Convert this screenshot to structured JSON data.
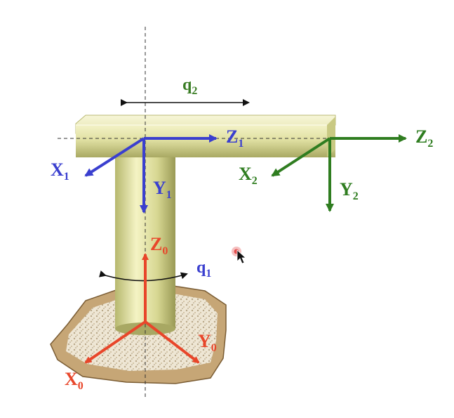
{
  "labels": {
    "q2": {
      "main": "q",
      "sub": "2"
    },
    "q1": {
      "main": "q",
      "sub": "1"
    },
    "z0": {
      "main": "Z",
      "sub": "0"
    },
    "x0": {
      "main": "X",
      "sub": "0"
    },
    "y0": {
      "main": "Y",
      "sub": "0"
    },
    "z1": {
      "main": "Z",
      "sub": "1"
    },
    "x1": {
      "main": "X",
      "sub": "1"
    },
    "y1": {
      "main": "Y",
      "sub": "1"
    },
    "z2": {
      "main": "Z",
      "sub": "2"
    },
    "x2": {
      "main": "X",
      "sub": "2"
    },
    "y2": {
      "main": "Y",
      "sub": "2"
    }
  },
  "colors": {
    "frame0": "#e8462a",
    "frame1": "#3a3fcf",
    "frame2": "#2f7d20",
    "q2_label": "#3a7d25",
    "q1_label": "#3a3fcf",
    "link": "#e6e6a6",
    "link_edge": "#a9a963",
    "base": "#c8a97a"
  },
  "icons": {
    "cursor": "pointer-cursor-icon",
    "highlight": "cursor-click-highlight-icon"
  }
}
